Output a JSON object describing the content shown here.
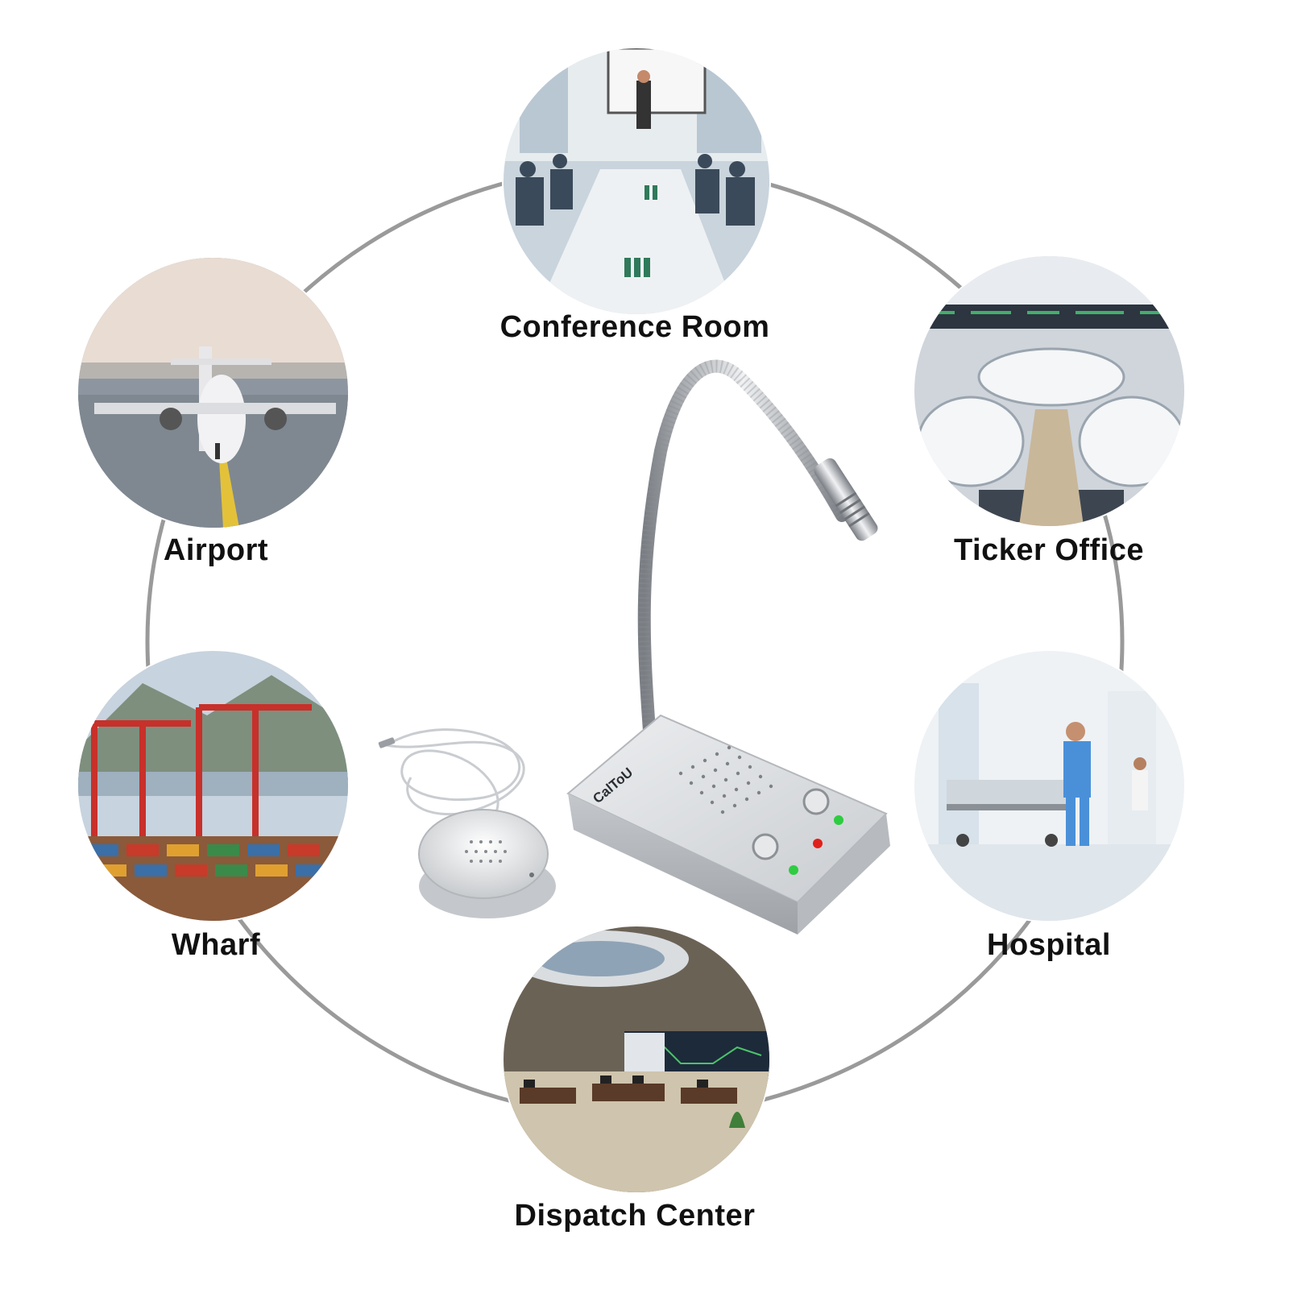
{
  "brand": "CalToU",
  "colors": {
    "ring": "#9a9a9a",
    "led_green": "#2ecc40",
    "led_red": "#e0201a",
    "device_body": "#d9dbde"
  },
  "scenes": [
    {
      "id": "conference",
      "label": "Conference Room",
      "icon": "conference-room-photo"
    },
    {
      "id": "airport",
      "label": "Airport",
      "icon": "airport-photo"
    },
    {
      "id": "ticker",
      "label": "Ticker Office",
      "icon": "ticker-office-photo"
    },
    {
      "id": "wharf",
      "label": "Wharf",
      "icon": "wharf-photo"
    },
    {
      "id": "hospital",
      "label": "Hospital",
      "icon": "hospital-photo"
    },
    {
      "id": "dispatch",
      "label": "Dispatch Center",
      "icon": "dispatch-center-photo"
    }
  ]
}
